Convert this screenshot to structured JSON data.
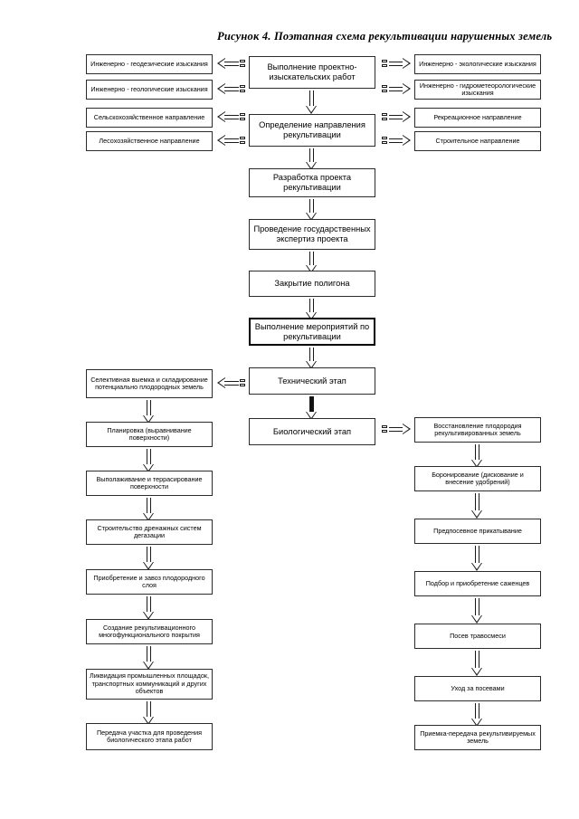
{
  "figure": {
    "title": "Рисунок 4. Поэтапная схема рекультивации нарушенных земель"
  },
  "diagram": {
    "type": "flowchart",
    "orientation": "top-to-bottom",
    "central_flow": [
      {
        "id": "c1",
        "label": "Выполнение проектно-изыскательских работ",
        "emphasis": "normal"
      },
      {
        "id": "c2",
        "label": "Определение направления рекультивации",
        "emphasis": "normal"
      },
      {
        "id": "c3",
        "label": "Разработка проекта рекультивации",
        "emphasis": "normal"
      },
      {
        "id": "c4",
        "label": "Проведение государственных экспертиз проекта",
        "emphasis": "normal"
      },
      {
        "id": "c5",
        "label": "Закрытие полигона",
        "emphasis": "normal"
      },
      {
        "id": "c6",
        "label": "Выполнение мероприятий по рекультивации",
        "emphasis": "bold"
      },
      {
        "id": "c7",
        "label": "Технический этап",
        "emphasis": "normal"
      },
      {
        "id": "c8",
        "label": "Биологический этап",
        "emphasis": "normal"
      }
    ],
    "survey_left": [
      {
        "id": "sl1",
        "label": "Инженерно - геодезические изыскания"
      },
      {
        "id": "sl2",
        "label": "Инженерно - геологические изыскания"
      }
    ],
    "survey_right": [
      {
        "id": "sr1",
        "label": "Инженерно - экологические изыскания"
      },
      {
        "id": "sr2",
        "label": "Инженерно - гидрометеорологические изыскания"
      }
    ],
    "direction_left": [
      {
        "id": "dl1",
        "label": "Сельскохозяйственное направление"
      },
      {
        "id": "dl2",
        "label": "Лесохозяйственное направление"
      }
    ],
    "direction_right": [
      {
        "id": "dr1",
        "label": "Рекреационное направление"
      },
      {
        "id": "dr2",
        "label": "Строительное направление"
      }
    ],
    "technical_stage": [
      {
        "id": "t1",
        "label": "Селективная выемка и складирование потенциально плодородных земель"
      },
      {
        "id": "t2",
        "label": "Планировка (выравнивание поверхности)"
      },
      {
        "id": "t3",
        "label": "Выполаживание и террасирование поверхности"
      },
      {
        "id": "t4",
        "label": "Строительство дренажных систем дегазации"
      },
      {
        "id": "t5",
        "label": "Приобретение и завоз плодородного слоя"
      },
      {
        "id": "t6",
        "label": "Создание рекультивационного многофункционального покрытия"
      },
      {
        "id": "t7",
        "label": "Ликвидация промышленных площадок, транспортных коммуникаций и других объектов"
      },
      {
        "id": "t8",
        "label": "Передача участка для проведения биологического этапа работ"
      }
    ],
    "biological_stage": [
      {
        "id": "b1",
        "label": "Восстановление плодородия рекультивированных земель"
      },
      {
        "id": "b2",
        "label": "Боронирование (дискование и внесение удобрений)"
      },
      {
        "id": "b3",
        "label": "Предпосевное прикатывание"
      },
      {
        "id": "b4",
        "label": "Подбор и приобретение саженцев"
      },
      {
        "id": "b5",
        "label": "Посев травосмеси"
      },
      {
        "id": "b6",
        "label": "Уход за посевами"
      },
      {
        "id": "b7",
        "label": "Приемка-передача рекультивируемых земель"
      }
    ],
    "colors": {
      "stroke": "#2b2b2b",
      "fill": "#ffffff",
      "text": "#000000"
    }
  }
}
